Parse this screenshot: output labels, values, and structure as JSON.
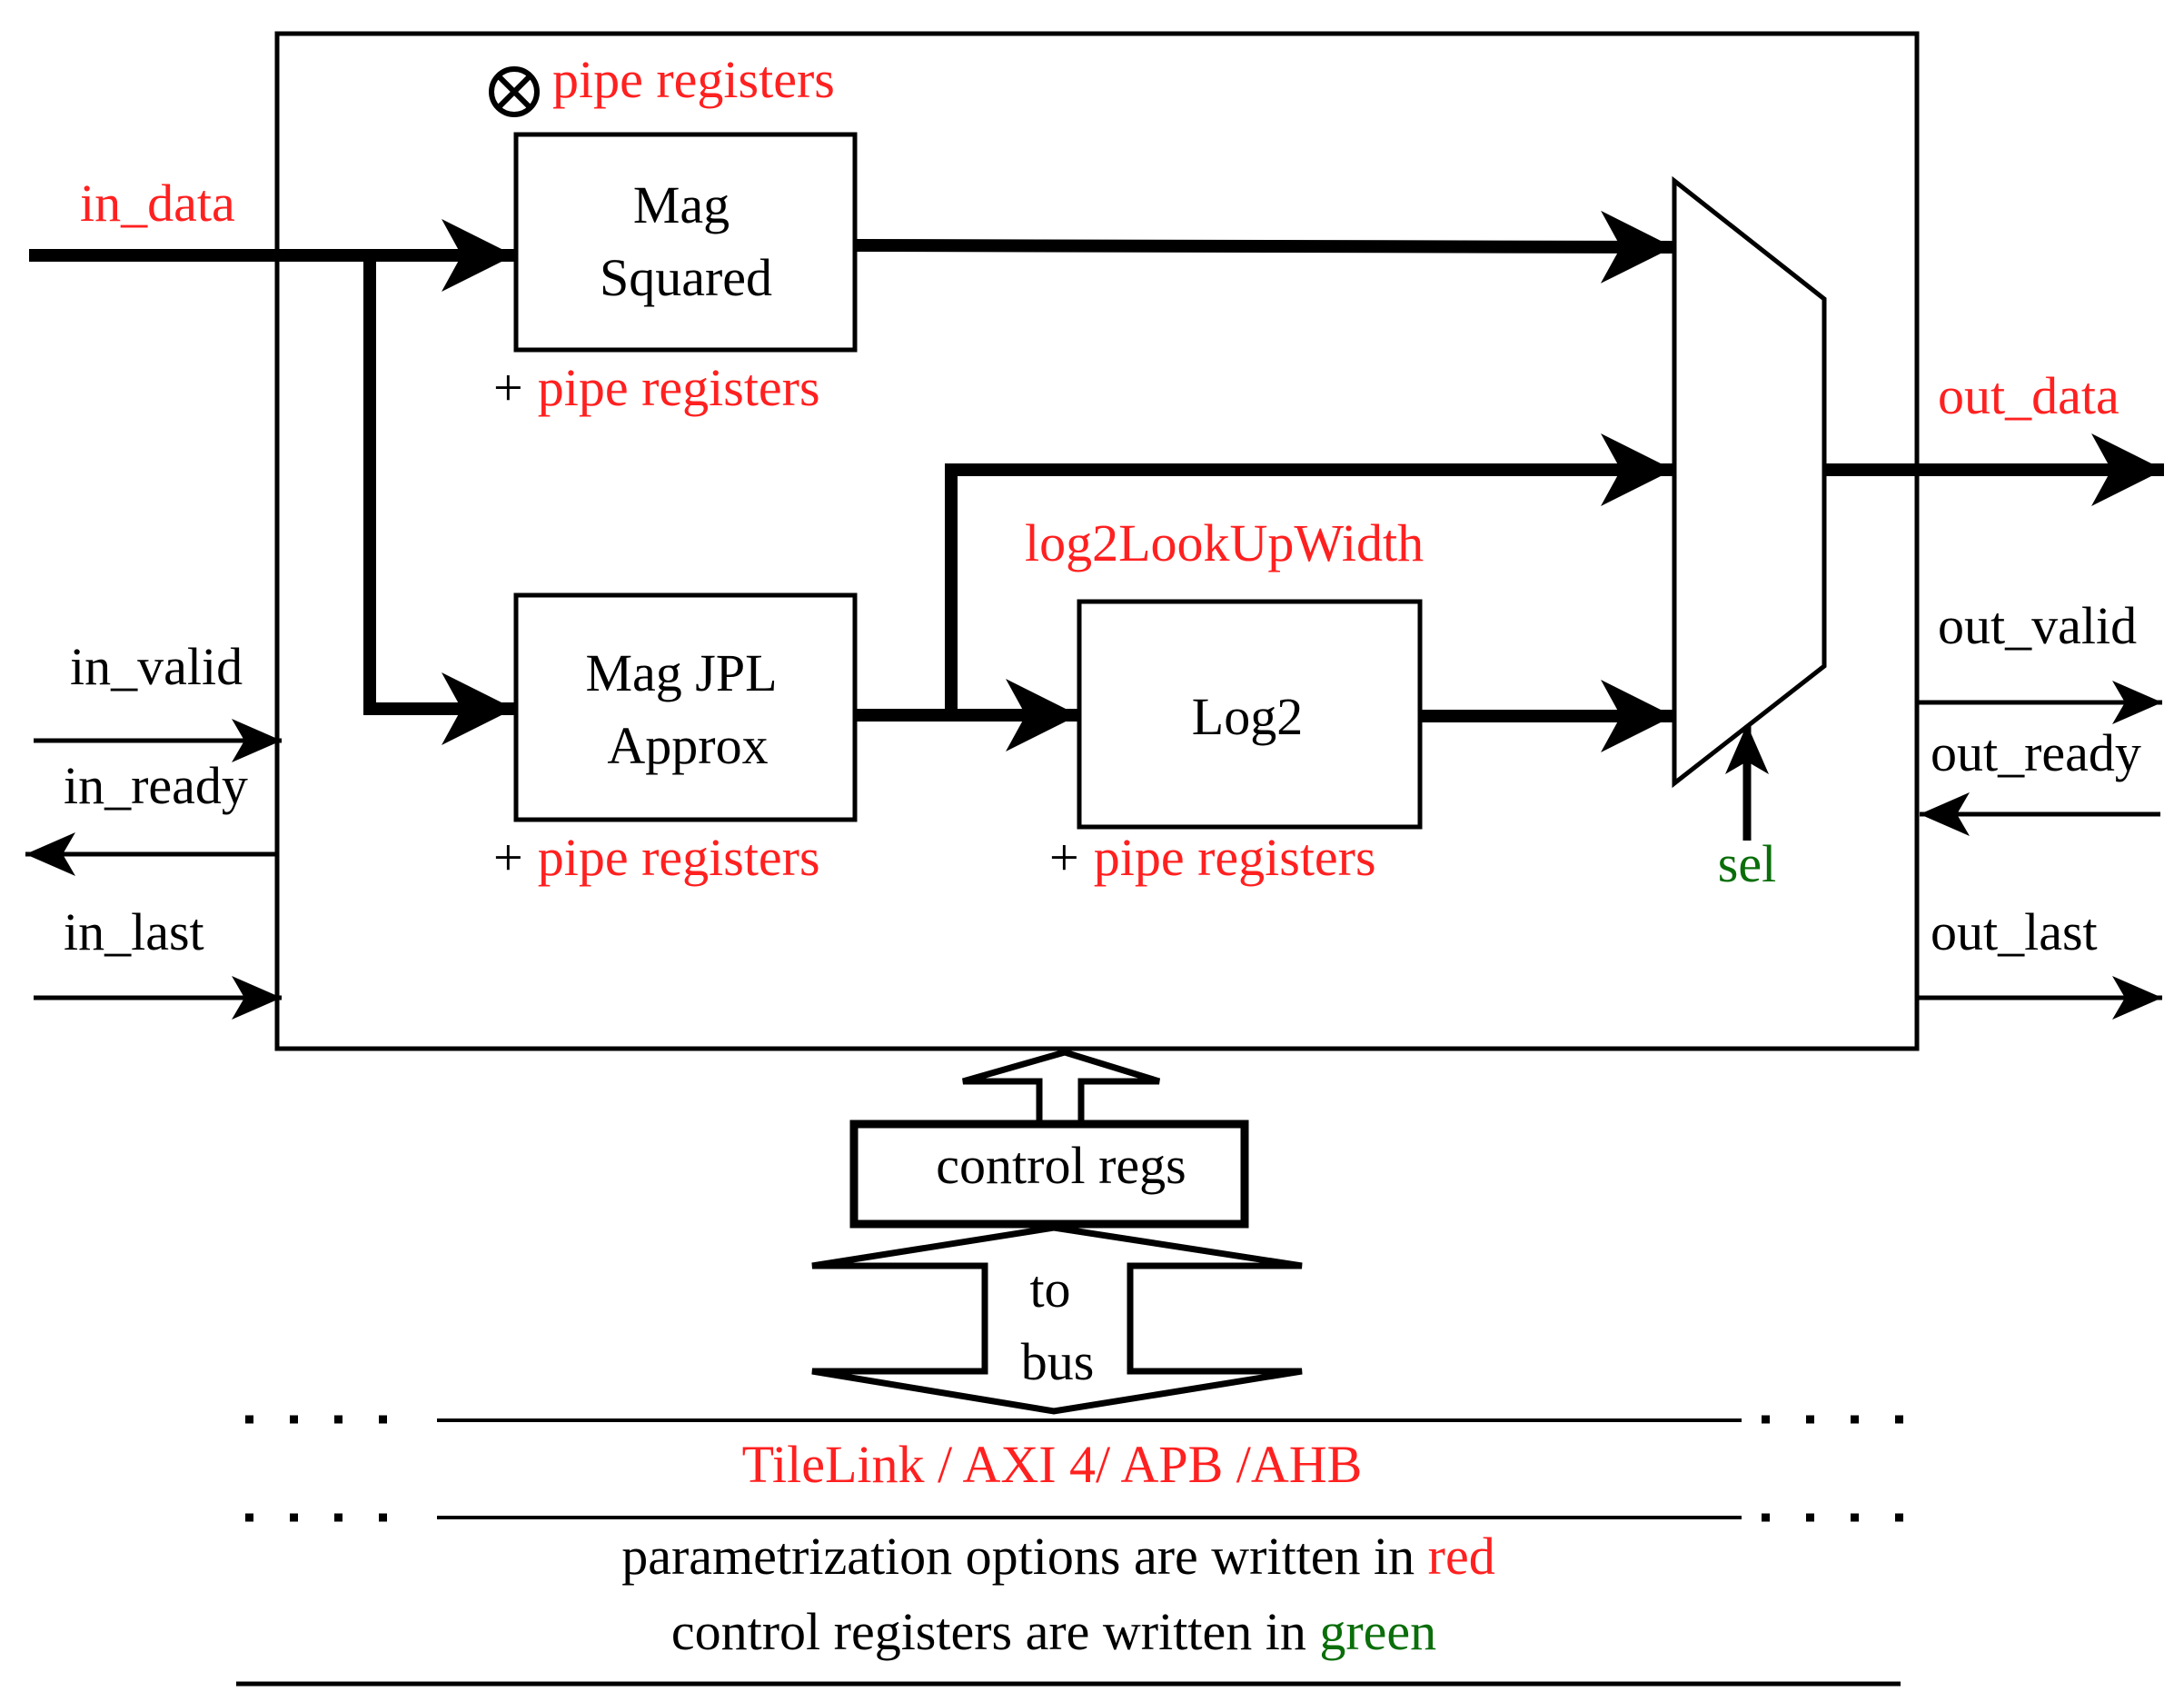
{
  "colors": {
    "param": "#ff2020",
    "control": "#0a6e0a",
    "ink": "#000000"
  },
  "labels": {
    "pipe_registers_top": "pipe registers",
    "mag_squared_line1": "Mag",
    "mag_squared_line2": "Squared",
    "pipe_plus": "+",
    "pipe_registers": "pipe registers",
    "mag_jpl_line1": "Mag JPL",
    "mag_jpl_line2": "Approx",
    "log2": "Log2",
    "log2_lookup_width": "log2LookUpWidth",
    "sel": "sel",
    "control_regs": "control regs",
    "to": "to",
    "bus": "bus",
    "bus_protocols": "TileLink / AXI 4/ APB /AHB",
    "legend_param_prefix": "parametrization options are written in ",
    "legend_param_color": "red",
    "legend_control_prefix": "control  registers are written in ",
    "legend_control_color": "green"
  },
  "ports": {
    "in_data": "in_data",
    "in_valid": "in_valid",
    "in_ready": "in_ready",
    "in_last": "in_last",
    "out_data": "out_data",
    "out_valid": "out_valid",
    "out_ready": "out_ready",
    "out_last": "out_last"
  }
}
